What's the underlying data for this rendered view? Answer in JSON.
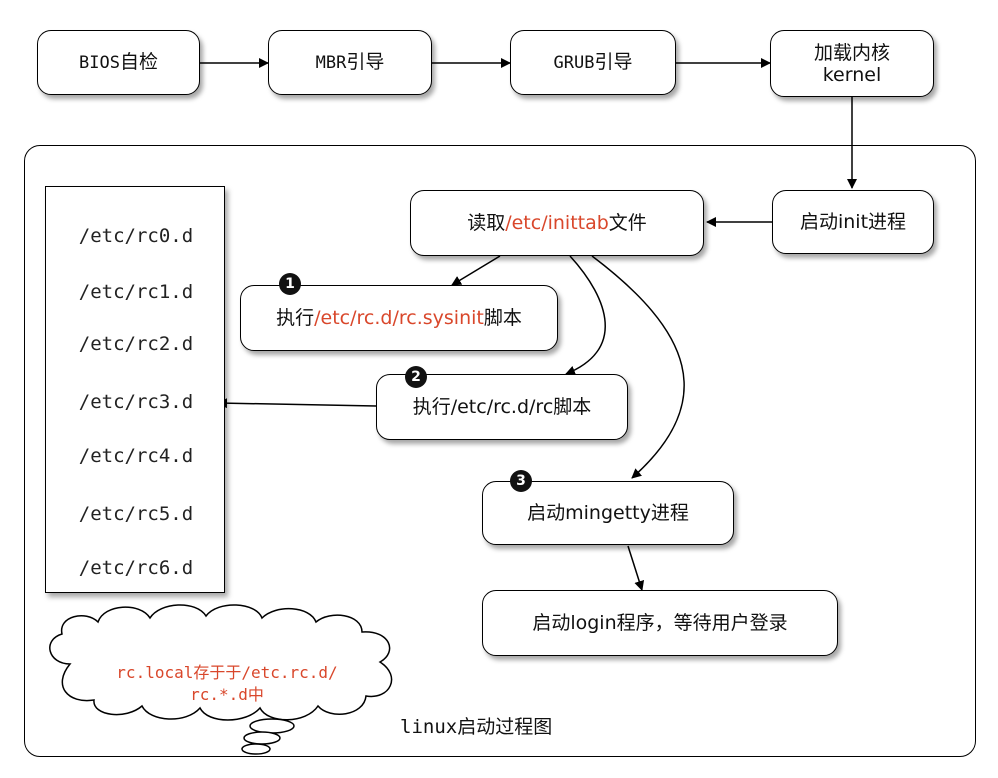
{
  "top_row": {
    "bios_prefix": "BIOS",
    "bios_suffix": "自检",
    "mbr_prefix": "MBR",
    "mbr_suffix": "引导",
    "grub_prefix": "GRUB",
    "grub_suffix": "引导",
    "kernel_line1": "加载内核",
    "kernel_line2": "kernel"
  },
  "init_node": "启动init进程",
  "inittab_node": {
    "prefix": "读取",
    "path": "/etc/inittab",
    "suffix": "文件"
  },
  "step1": {
    "badge": "1",
    "prefix": "执行",
    "path": "/etc/rc.d/rc.sysinit",
    "suffix": "脚本"
  },
  "step2": {
    "badge": "2",
    "text": "执行/etc/rc.d/rc脚本"
  },
  "step3": {
    "badge": "3",
    "text": "启动mingetty进程"
  },
  "login_node": "启动login程序，等待用户登录",
  "rc_dirs": [
    "/etc/rc0.d",
    "/etc/rc1.d",
    "/etc/rc2.d",
    "/etc/rc3.d",
    "/etc/rc4.d",
    "/etc/rc5.d",
    "/etc/rc6.d"
  ],
  "cloud": {
    "line1": "rc.local存于于/etc.rc.d/",
    "line2": "rc.*.d中"
  },
  "caption": "linux启动过程图",
  "colors": {
    "accent": "#d9472b",
    "stroke": "#000000"
  }
}
